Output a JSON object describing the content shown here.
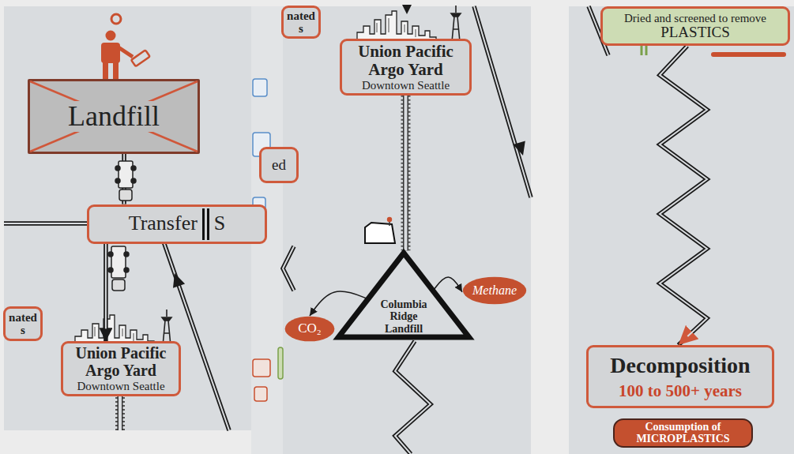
{
  "diagram": {
    "nodes": [
      {
        "text": [
          "Landfill"
        ]
      },
      {
        "text": [
          "Transfer",
          "S"
        ]
      },
      {
        "text": [
          "nated",
          "s"
        ]
      },
      {
        "text": [
          "Union Pacific Argo Yard",
          "Downtown Seattle"
        ]
      },
      {
        "text": [
          "nated",
          "s"
        ]
      },
      {
        "text": [
          "ed"
        ]
      },
      {
        "text": [
          "Union Pacific Argo Yard",
          "Downtown Seattle"
        ]
      },
      {
        "text": [
          "Columbia Ridge Landfill"
        ]
      },
      {
        "text": [
          "Methane"
        ]
      },
      {
        "text": [
          "CO₂"
        ]
      },
      {
        "text": [
          "Dried and screened to remove",
          "PLASTICS"
        ]
      },
      {
        "text": [
          "Decomposition",
          "100 to 500+ years"
        ]
      },
      {
        "text": [
          "Consumption of MICROPLASTICS"
        ]
      }
    ],
    "edges": [
      {
        "from": 0,
        "to": 1,
        "arrow": "none"
      },
      {
        "from": 1,
        "to": 3,
        "arrow": "to"
      },
      {
        "from": 6,
        "to": 7,
        "arrow": "none"
      },
      {
        "from": 7,
        "to": 9,
        "arrow": "to"
      },
      {
        "from": 7,
        "to": 8,
        "arrow": "to"
      },
      {
        "from": 10,
        "to": 11,
        "arrow": "to"
      }
    ]
  }
}
